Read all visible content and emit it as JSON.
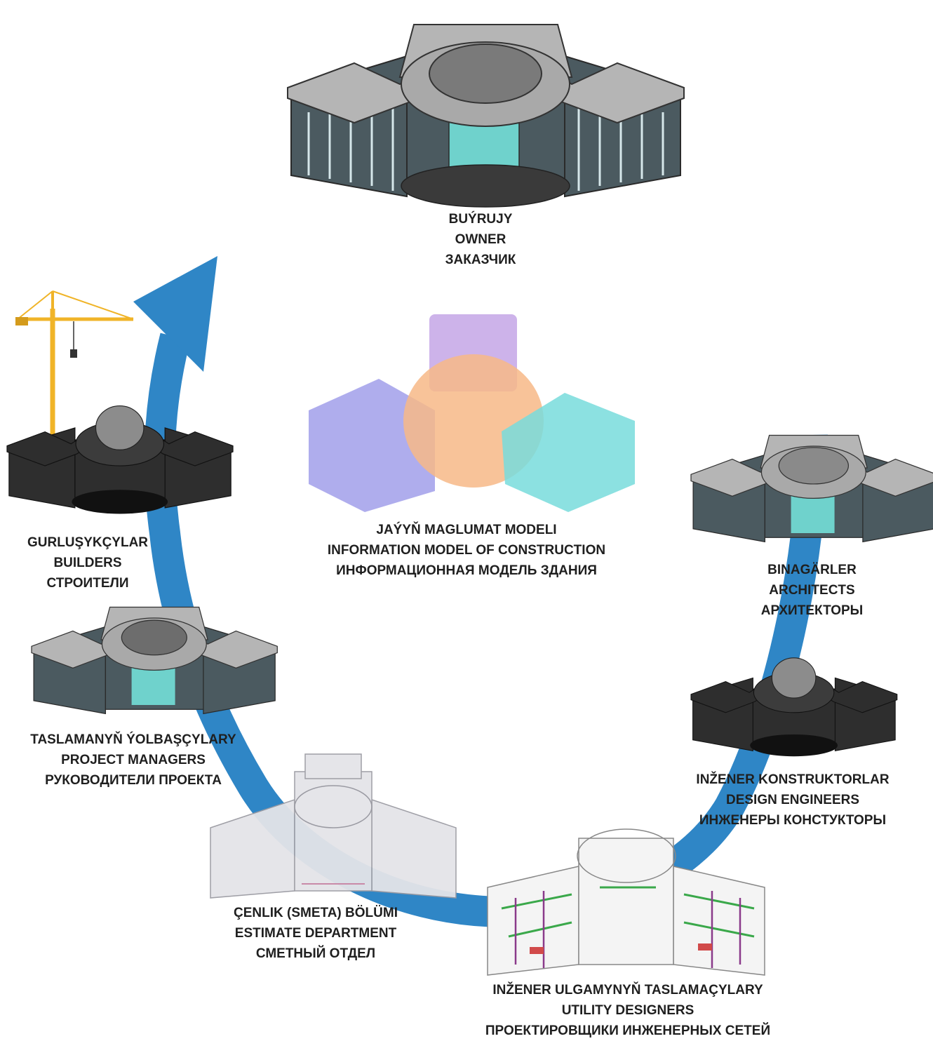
{
  "center": {
    "lines": [
      "JAÝYŇ MAGLUMAT MODELI",
      "INFORMATION MODEL OF CONSTRUCTION",
      "ИНФОРМАЦИОННАЯ МОДЕЛЬ ЗДАНИЯ"
    ],
    "colors": [
      "#9e86d8",
      "#8f8ee6",
      "#f6b47e",
      "#6fd6d6"
    ]
  },
  "stages": [
    {
      "id": "owner",
      "lines": [
        "BUÝRUJY",
        "OWNER",
        "ЗАКАЗЧИК"
      ]
    },
    {
      "id": "architects",
      "lines": [
        "BINAGÄRLER",
        "ARCHITECTS",
        "АРХИТЕКТОРЫ"
      ]
    },
    {
      "id": "design-engineers",
      "lines": [
        "INŽENER KONSTRUKTORLAR",
        "DESIGN ENGINEERS",
        "ИНЖЕНЕРЫ КОНСТУКТОРЫ"
      ]
    },
    {
      "id": "utility-designers",
      "lines": [
        "INŽENER ULGAMYNYŇ TASLAMAÇYLARY",
        "UTILITY DESIGNERS",
        "ПРОЕКТИРОВЩИКИ ИНЖЕНЕРНЫХ СЕТЕЙ"
      ]
    },
    {
      "id": "estimate-department",
      "lines": [
        "ÇENLIK (SMETA) BÖLÜMI",
        "ESTIMATE DEPARTMENT",
        "СМЕТНЫЙ ОТДЕЛ"
      ]
    },
    {
      "id": "project-managers",
      "lines": [
        "TASLAMANYŇ ÝOLBAŞÇYLARY",
        "PROJECT MANAGERS",
        "РУКОВОДИТЕЛИ ПРОЕКТА"
      ]
    },
    {
      "id": "builders",
      "lines": [
        "GURLUŞYKÇYLAR",
        "BUILDERS",
        "СТРОИТЕЛИ"
      ]
    }
  ],
  "colors": {
    "arrow": "#2f86c6",
    "roof": "#b3b3b3",
    "wall": "#5f6a70",
    "glass": "#6fd2cc",
    "dark": "#2e2e2e",
    "crane": "#f0b428",
    "text": "#1f1f1f"
  }
}
